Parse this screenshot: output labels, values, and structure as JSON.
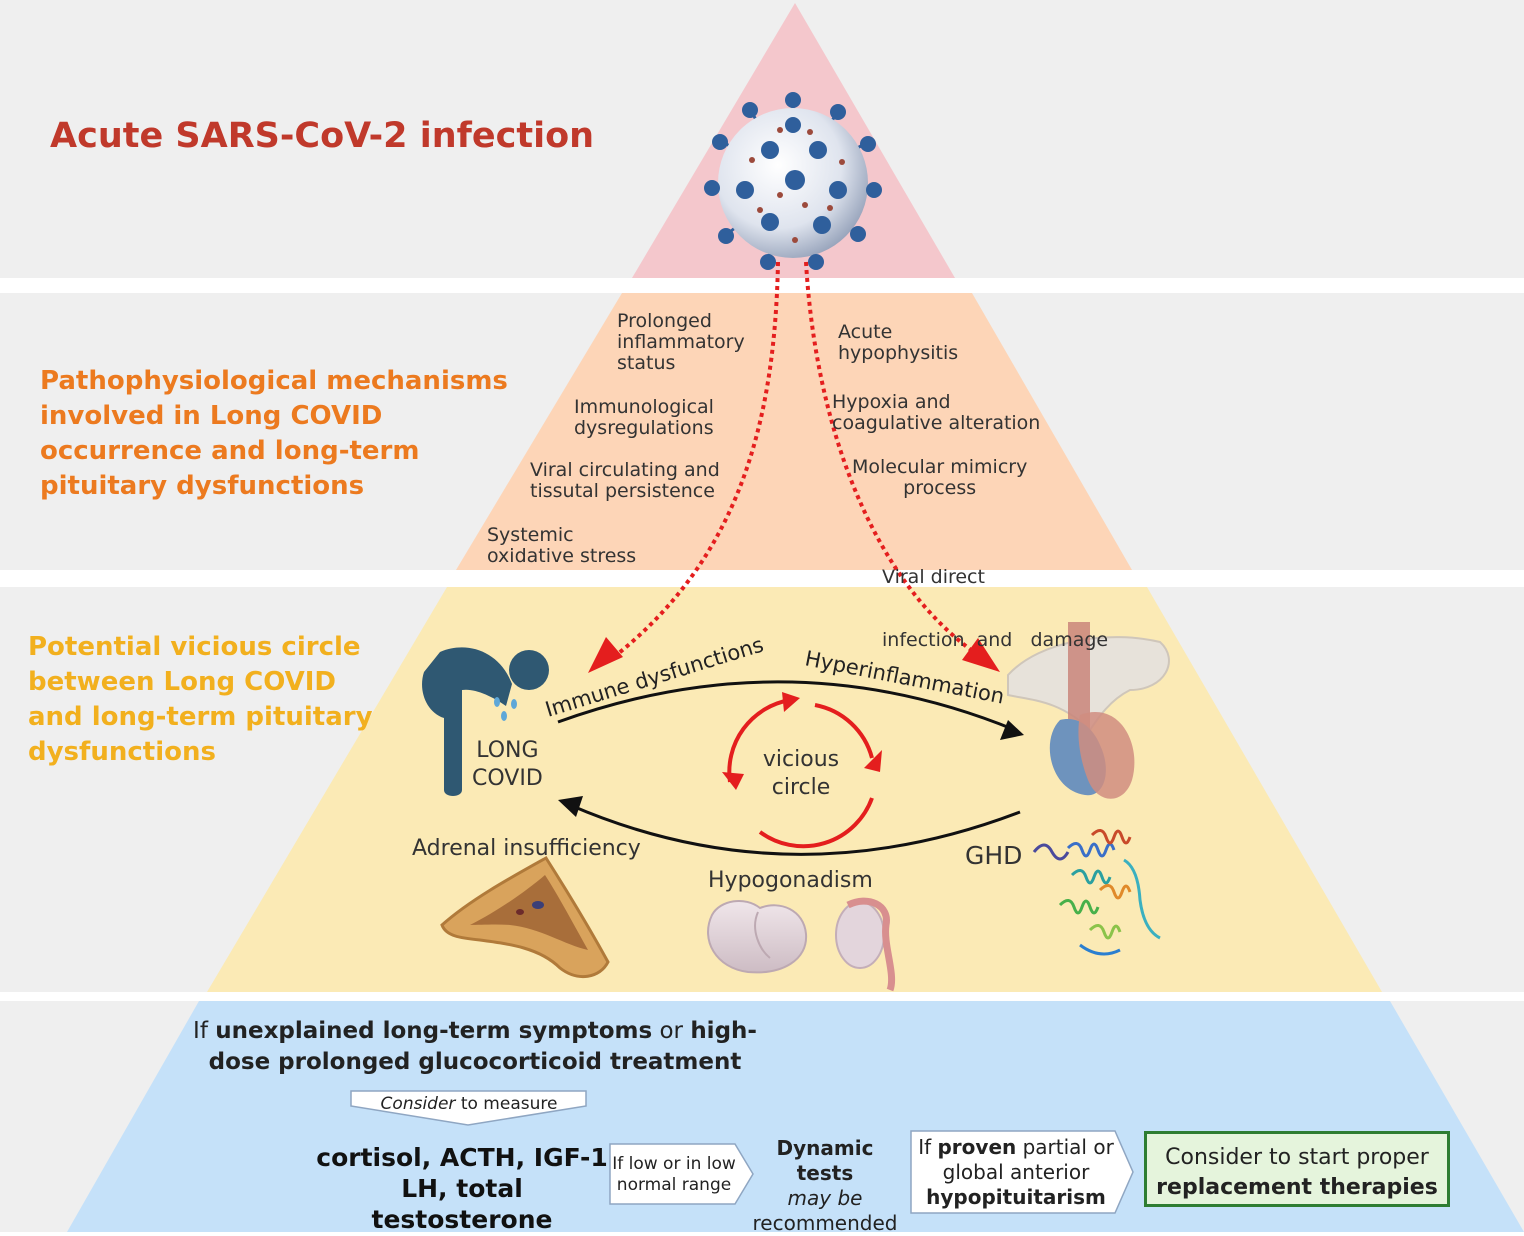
{
  "tier1": {
    "title": "Acute SARS-CoV-2 infection"
  },
  "tier2": {
    "title_lines": [
      "Pathophysiological mechanisms",
      "involved in Long COVID",
      "occurrence and long-term",
      "pituitary dysfunctions"
    ],
    "left_mechanisms": [
      {
        "lines": [
          "Prolonged",
          "inflammatory",
          "status"
        ]
      },
      {
        "lines": [
          "Immunological",
          "dysregulations"
        ]
      },
      {
        "lines": [
          "Viral circulating and",
          "tissutal persistence"
        ]
      },
      {
        "lines": [
          "Systemic",
          "oxidative stress"
        ]
      }
    ],
    "right_mechanisms": [
      {
        "lines": [
          "Acute",
          "hypophysitis"
        ]
      },
      {
        "lines": [
          "Hypoxia and",
          "coagulative alteration"
        ]
      },
      {
        "lines": [
          "Molecular mimicry",
          "process"
        ]
      },
      {
        "lines": [
          "Viral direct",
          "infection  and   damage"
        ]
      }
    ]
  },
  "tier3": {
    "title_lines": [
      "Potential vicious circle",
      "between Long COVID",
      "and long-term pituitary",
      "dysfunctions"
    ],
    "long_covid": [
      "LONG",
      "COVID"
    ],
    "arc_top_left": "Immune dysfunctions",
    "arc_top_right": "Hyperinflammation",
    "vicious_circle": [
      "vicious",
      "circle"
    ],
    "adrenal": "Adrenal insufficiency",
    "hypogonadism": "Hypogonadism",
    "ghd": "GHD"
  },
  "tier4": {
    "intro_prefix": "If ",
    "intro_bold1": "unexplained long-term symptoms",
    "intro_mid": " or ",
    "intro_bold2": "high-",
    "intro_line2": "dose prolonged glucocorticoid treatment",
    "consider_italic": "Consider",
    "consider_rest": " to measure",
    "tests_line1": "cortisol, ACTH, IGF-1",
    "tests_line2": "LH, total testosterone",
    "low_range": [
      "If low or in low",
      "normal range"
    ],
    "dynamic_bold": "Dynamic tests",
    "dynamic_italic": "may be",
    "dynamic_rest": "recommended",
    "proven_prefix": "If ",
    "proven_bold": "proven",
    "proven_rest": " partial or",
    "proven_line2": "global anterior",
    "proven_line3": "hypopituitarism",
    "final_line1": "Consider to start proper",
    "final_line2": "replacement therapies"
  },
  "colors": {
    "tier1_fill": "#f4c7cc",
    "tier2_fill": "#fdd5b7",
    "tier3_fill": "#fbeab5",
    "tier4_fill": "#c5e1f9",
    "title1": "#c0392b",
    "title2": "#ec7a1f",
    "title3": "#f2b01e",
    "arrow_red": "#e41e1e",
    "final_border": "#2e7d32",
    "final_fill": "#e5f4dc"
  },
  "icons": [
    "coronavirus-icon",
    "person-bending-over-icon",
    "pituitary-gland-icon",
    "protein-structure-icon",
    "adrenal-gland-icon",
    "ovary-icon",
    "testis-icon"
  ]
}
